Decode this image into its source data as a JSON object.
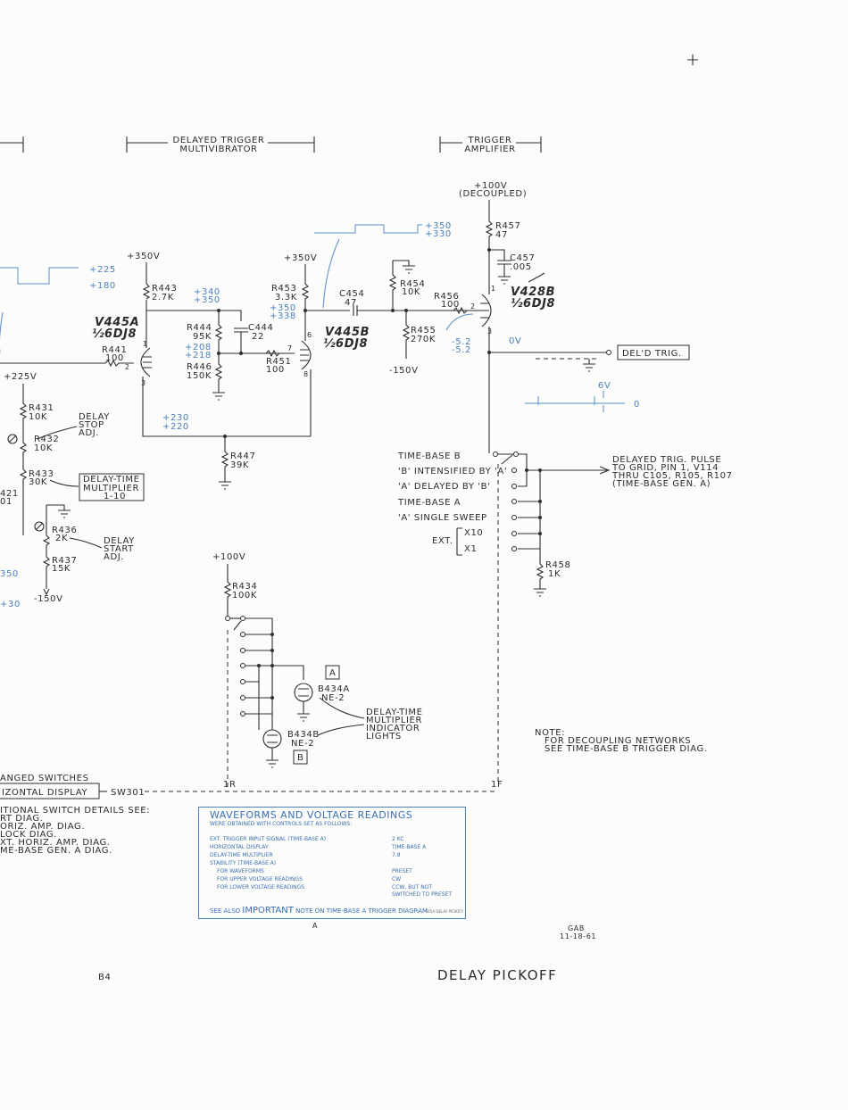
{
  "sections": {
    "delayed_trigger": [
      "DELAYED TRIGGER",
      "MULTIVIBRATOR"
    ],
    "trigger_amp": [
      "TRIGGER",
      "AMPLIFIER"
    ]
  },
  "supplies": {
    "v350a": "+350V",
    "v350b": "+350V",
    "v100": "+100V",
    "decoupled": "(DECOUPLED)",
    "neg150a": "-150V",
    "neg150b": "-150V",
    "v225": "+225V",
    "v100b": "+100V"
  },
  "tubes": {
    "v445a": "V445A",
    "v445a_type": "½6DJ8",
    "v445b": "V445B",
    "v445b_type": "½6DJ8",
    "v428b": "V428B",
    "v428b_type": "½6DJ8"
  },
  "components": {
    "r443": "R443",
    "r443v": "2.7K",
    "r441": "R441",
    "r441v": "100",
    "r444": "R444",
    "r444v": "95K",
    "c444": "C444",
    "c444v": "22",
    "r446": "R446",
    "r446v": "150K",
    "r451": "R451",
    "r451v": "100",
    "r453": "R453",
    "r453v": "3.3K",
    "c454": "C454",
    "c454v": "47",
    "r454": "R454",
    "r454v": "10K",
    "r456": "R456",
    "r456v": "100",
    "r455": "R455",
    "r455v": "270K",
    "r457": "R457",
    "r457v": "47",
    "c457": "C457",
    "c457v": ".005",
    "r447": "R447",
    "r447v": "39K",
    "r431": "R431",
    "r431v": "10K",
    "r432": "R432",
    "r432v": "10K",
    "r433": "R433",
    "r433v": "30K",
    "r436": "R436",
    "r436v": "2K",
    "r437": "R437",
    "r437v": "15K",
    "r434": "R434",
    "r434v": "100K",
    "r458": "R458",
    "r458v": "1K",
    "r421": "421",
    "r421b": "01",
    "b434a": "B434A",
    "b434a_t": "NE-2",
    "b434b": "B434B",
    "b434b_t": "NE-2",
    "box_a": "A",
    "box_b": "B",
    "sw301": "SW301",
    "pin1a": "1",
    "pin2a": "2",
    "pin3a": "3",
    "pin6": "6",
    "pin7": "7",
    "pin8": "8",
    "pin1b": "1",
    "pin2b": "2",
    "pin3b": "3"
  },
  "voltages": {
    "v225": "+225",
    "v180": "+180",
    "v340": "+340",
    "v350c": "+350",
    "v350d": "+350",
    "v338": "+338",
    "v208": "+208",
    "v218": "+218",
    "v230": "+230",
    "v220": "+220",
    "v350w": "+350",
    "v330w": "+330",
    "vm52a": "-5.2",
    "vm52b": "-5.2",
    "v0v": "0V",
    "v6v": "6V",
    "v0": "0",
    "v350l": "350",
    "v30l": "+30"
  },
  "labels": {
    "delay_stop": [
      "DELAY",
      "STOP",
      "ADJ."
    ],
    "delay_start": [
      "DELAY",
      "START",
      "ADJ."
    ],
    "delay_time_mult": [
      "DELAY-TIME",
      "MULTIPLIER",
      "1-10"
    ],
    "delayed_trig_out": "DEL'D TRIG.",
    "delayed_pulse": [
      "DELAYED TRIG. PULSE",
      "TO GRID, PIN 1, V114",
      "THRU C105, R105, R107",
      "(TIME-BASE GEN. A)"
    ],
    "timebase_modes": [
      "TIME-BASE B",
      "'B' INTENSIFIED BY 'A'",
      "'A' DELAYED BY 'B'",
      "TIME-BASE A",
      "'A' SINGLE SWEEP"
    ],
    "ext": "EXT.",
    "x10": "X10",
    "x1": "X1",
    "indicator": [
      "DELAY-TIME",
      "MULTIPLIER",
      "INDICATOR",
      "LIGHTS"
    ],
    "note": [
      "NOTE:",
      "FOR DECOUPLING NETWORKS",
      "SEE TIME-BASE B TRIGGER DIAG."
    ],
    "ir": "1R",
    "if": "1F",
    "ganged": "ANGED SWITCHES",
    "horiz_display": "IZONTAL DISPLAY",
    "switch_details": [
      "ITIONAL SWITCH DETAILS SEE:",
      "RT DIAG.",
      "ORIZ. AMP. DIAG.",
      "LOCK DIAG.",
      "XT. HORIZ. AMP. DIAG.",
      "ME-BASE GEN. A DIAG."
    ],
    "gab": "GAB",
    "date": "11-18-61",
    "page": "B4",
    "title": "DELAY PICKOFF",
    "a_mark": "A"
  },
  "readings_box": {
    "heading": "WAVEFORMS AND VOLTAGE READINGS",
    "sub": "WERE OBTAINED WITH CONTROLS SET AS FOLLOWS:",
    "rows": [
      {
        "k": "EXT. TRIGGER INPUT SIGNAL (TIME-BASE A)",
        "v": "2 KC"
      },
      {
        "k": "HORIZONTAL DISPLAY",
        "v": "TIME-BASE A"
      },
      {
        "k": "DELAY-TIME MULTIPLIER",
        "v": "7.8"
      },
      {
        "k": "STABILITY (TIME-BASE A)",
        "v": ""
      },
      {
        "k": "FOR WAVEFORMS",
        "v": "PRESET"
      },
      {
        "k": "FOR UPPER VOLTAGE READINGS",
        "v": "CW"
      },
      {
        "k": "FOR LOWER VOLTAGE READINGS",
        "v": "CCW, BUT NOT"
      },
      {
        "k": "",
        "v": "SWITCHED TO PRESET"
      }
    ],
    "see_also": "SEE ALSO",
    "important": "IMPORTANT",
    "see_also_rest": "NOTE ON TIME-BASE A TRIGGER DIAGRAM",
    "tag": "545A DELAY PICKOFF"
  }
}
